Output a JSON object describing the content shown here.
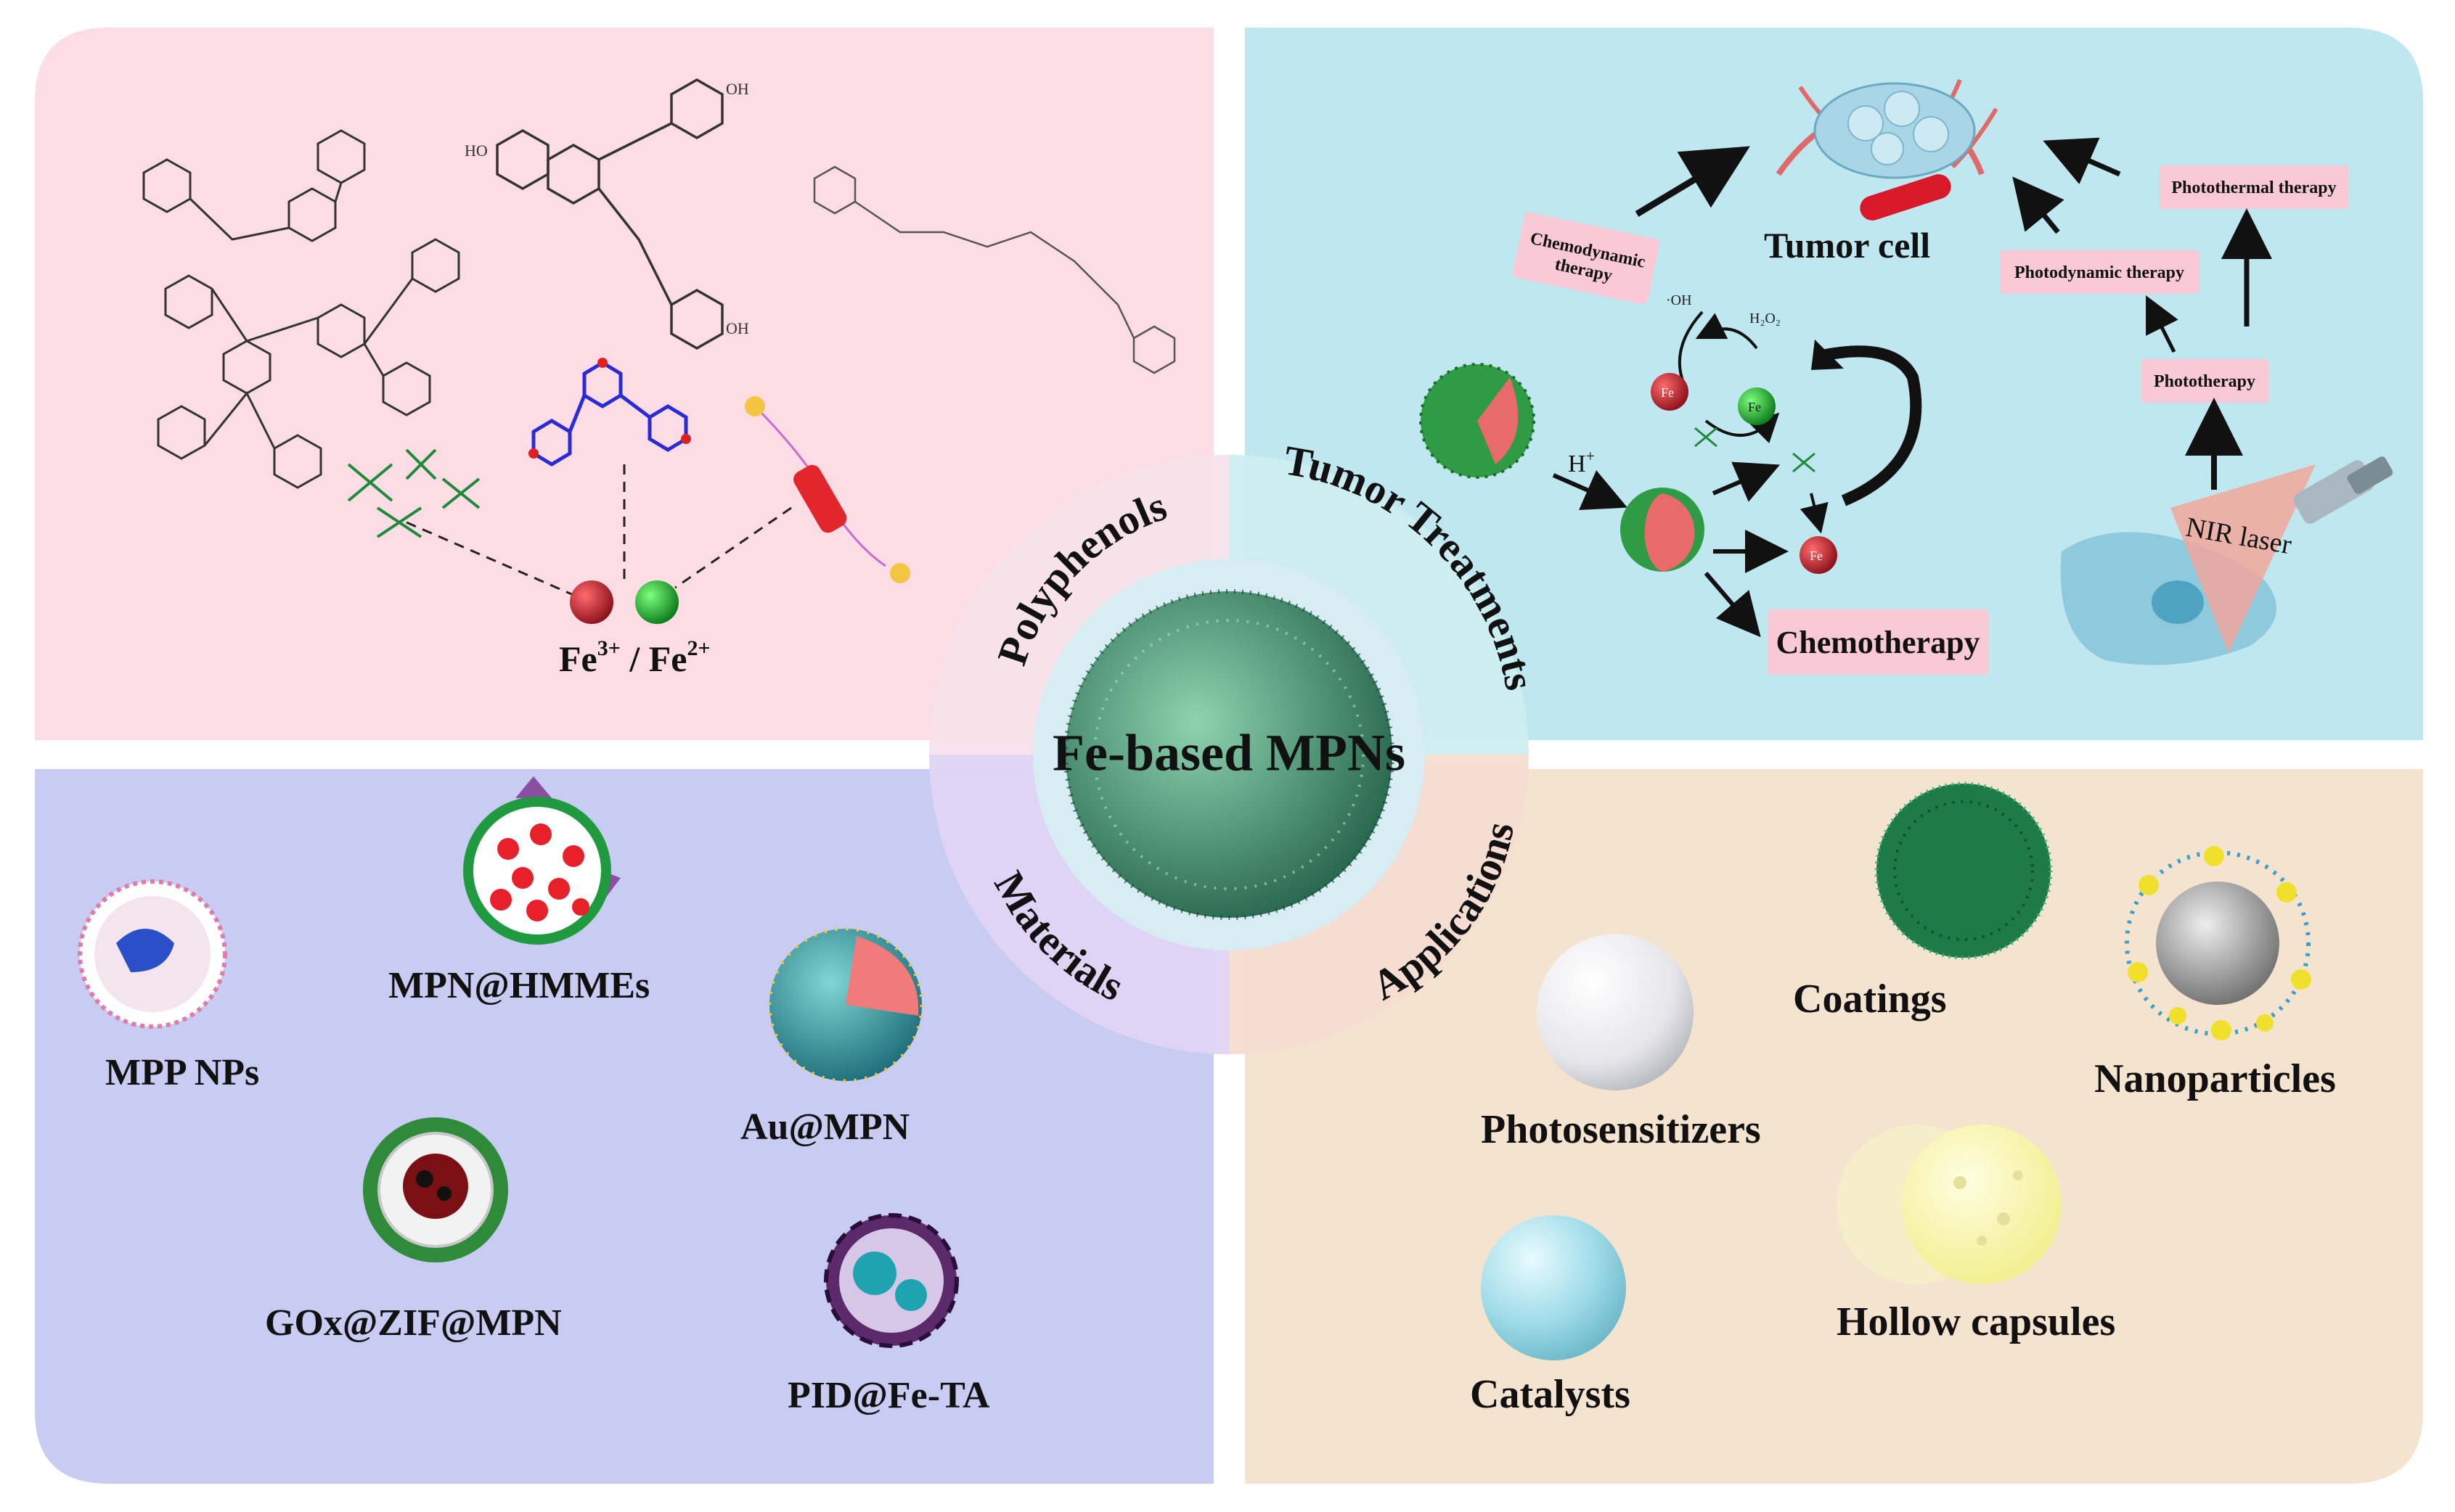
{
  "center": {
    "title": "Fe-based MPNs"
  },
  "rings": {
    "polyphenols": "Polyphenols",
    "tumor_treatments": "Tumor Treatments",
    "materials": "Materials",
    "applications": "Applications"
  },
  "polyphenols": {
    "fe_main": "Fe",
    "fe3_sup": "3+",
    "slash": " / Fe",
    "fe2_sup": "2+",
    "oh": "OH",
    "ho": "HO"
  },
  "tumor": {
    "tumor_cell": "Tumor cell",
    "chemodynamic_1": "Chemodynamic",
    "chemodynamic_2": "therapy",
    "photothermal": "Photothermal therapy",
    "photodynamic": "Photodynamic therapy",
    "phototherapy": "Phototherapy",
    "chemotherapy": "Chemotherapy",
    "nir_laser": "NIR laser",
    "h_plus": "H",
    "h_plus_sup": "+",
    "oh_radical": "·OH",
    "h2o2": "H₂O₂",
    "fe_label": "Fe"
  },
  "materials": {
    "mpp": "MPP NPs",
    "hmmes": "MPN@HMMEs",
    "au": "Au@MPN",
    "gox": "GOx@ZIF@MPN",
    "pid": "PID@Fe-TA"
  },
  "applications": {
    "coatings": "Coatings",
    "nanoparticles": "Nanoparticles",
    "photosensitizers": "Photosensitizers",
    "hollow": "Hollow capsules",
    "catalysts": "Catalysts"
  },
  "colors": {
    "pink_panel": "#fcdde6",
    "cyan_panel": "#bfe7f0",
    "blue_panel": "#c9ccf2",
    "tan_panel": "#f4e4cf",
    "label_box": "#f9c9d6"
  }
}
